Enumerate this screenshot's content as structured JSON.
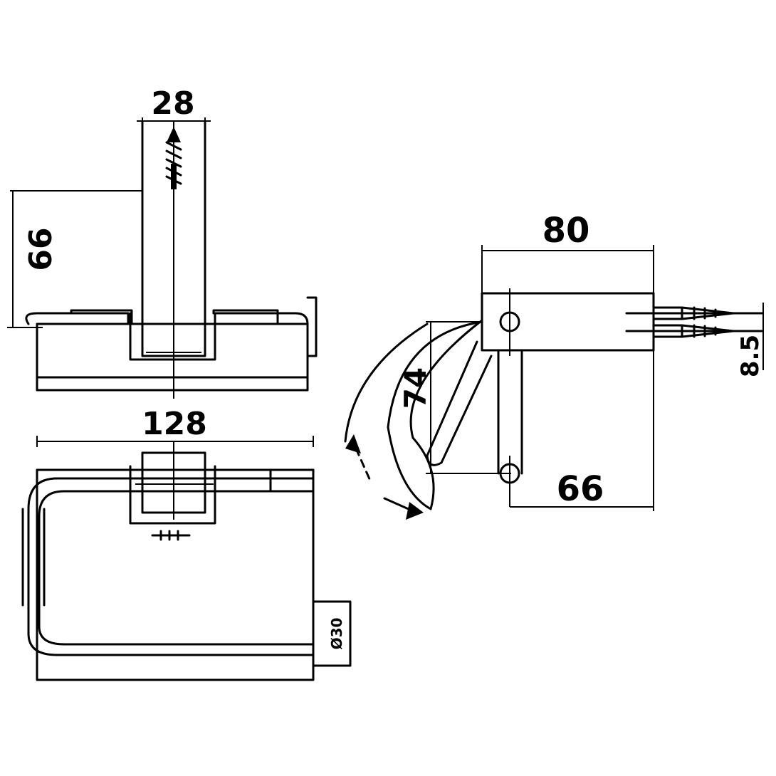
{
  "dimensions": {
    "top_width": "28",
    "top_height": "66",
    "front_width": "128",
    "front_diameter": "Ø30",
    "side_width": "80",
    "side_height": "74",
    "side_depth": "66",
    "side_screw_spacing": "8.5"
  }
}
